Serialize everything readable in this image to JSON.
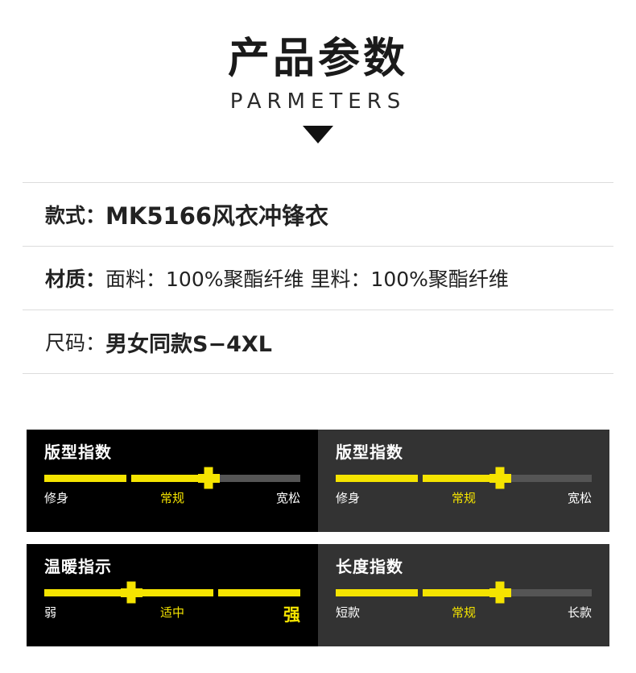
{
  "header": {
    "title_cn": "产品参数",
    "title_en": "PARMETERS",
    "arrow_icon": "triangle-down-icon"
  },
  "specs": [
    {
      "label": "款式：",
      "value": "MK5166风衣冲锋衣",
      "label_weight": "bold",
      "value_weight": "bold"
    },
    {
      "label": "材质：",
      "value": "面料：100%聚酯纤维  里料：100%聚酯纤维",
      "label_weight": "bold",
      "value_weight": "normal"
    },
    {
      "label": "尺码：",
      "value": "男女同款S−4XL",
      "label_weight": "normal",
      "value_weight": "bold"
    }
  ],
  "colors": {
    "accent_yellow": "#f5e400",
    "card_dark": "#000000",
    "card_gray": "#333333",
    "track_inactive": "#555555",
    "divider": "#dcdcdc",
    "text_dark": "#222222"
  },
  "index_cards": [
    {
      "title": "版型指数",
      "background": "dark",
      "segments": [
        "on",
        "on",
        "off"
      ],
      "thumb_segment": 2,
      "thumb_position": "end",
      "scale": [
        {
          "label": "修身",
          "active": false,
          "emphasis": false
        },
        {
          "label": "常规",
          "active": true,
          "emphasis": false
        },
        {
          "label": "宽松",
          "active": false,
          "emphasis": false
        }
      ]
    },
    {
      "title": "版型指数",
      "background": "gray",
      "segments": [
        "on",
        "on",
        "off"
      ],
      "thumb_segment": 2,
      "thumb_position": "end",
      "scale": [
        {
          "label": "修身",
          "active": false,
          "emphasis": false
        },
        {
          "label": "常规",
          "active": true,
          "emphasis": false
        },
        {
          "label": "宽松",
          "active": false,
          "emphasis": false
        }
      ]
    },
    {
      "title": "温暖指示",
      "background": "dark",
      "segments": [
        "on",
        "on",
        "on"
      ],
      "thumb_segment": 2,
      "thumb_position": "start",
      "scale": [
        {
          "label": "弱",
          "active": false,
          "emphasis": false
        },
        {
          "label": "适中",
          "active": true,
          "emphasis": false
        },
        {
          "label": "强",
          "active": true,
          "emphasis": true
        }
      ]
    },
    {
      "title": "长度指数",
      "background": "gray",
      "segments": [
        "on",
        "on",
        "off"
      ],
      "thumb_segment": 2,
      "thumb_position": "end",
      "scale": [
        {
          "label": "短款",
          "active": false,
          "emphasis": false
        },
        {
          "label": "常规",
          "active": true,
          "emphasis": false
        },
        {
          "label": "长款",
          "active": false,
          "emphasis": false
        }
      ]
    }
  ]
}
